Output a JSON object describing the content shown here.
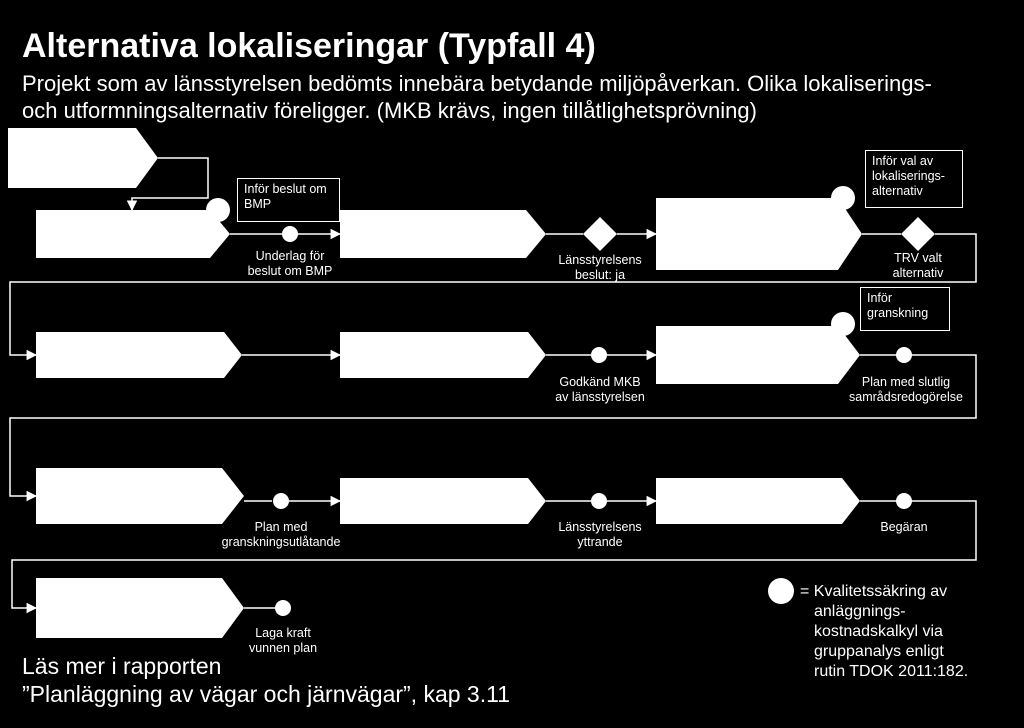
{
  "title": "Alternativa lokaliseringar (Typfall 4)",
  "subtitle": {
    "line1": "Projekt som av länsstyrelsen bedömts innebära betydande miljöpåverkan. Olika lokaliserings-",
    "line2": "och utformningsalternativ föreligger. (MKB krävs, ingen tillåtlighetsprövning)"
  },
  "notes": {
    "infor_beslut_bmp": "Inför beslut om BMP",
    "infor_val_lokalisering": "Inför val av lokaliserings-alternativ",
    "infor_granskning": "Inför granskning"
  },
  "milestones": {
    "underlag_bmp": [
      "Underlag för",
      "beslut om BMP"
    ],
    "lansstyrelsens_beslut": [
      "Länsstyrelsens",
      "beslut: ja"
    ],
    "trv_valt": [
      "TRV valt",
      "alternativ"
    ],
    "godkand_mkb": [
      "Godkänd MKB",
      "av länsstyrelsen"
    ],
    "plan_slutlig": [
      "Plan med slutlig",
      "samrådsredogörelse"
    ],
    "plan_granskning": [
      "Plan med",
      "granskningsutlåtande"
    ],
    "lansstyrelsens_yttrande": [
      "Länsstyrelsens",
      "yttrande"
    ],
    "begaran": [
      "Begäran"
    ],
    "laga_kraft": [
      "Laga kraft",
      "vunnen plan"
    ]
  },
  "footer": {
    "line1": "Läs mer i rapporten",
    "line2": "”Planläggning av vägar och järnvägar”, kap 3.11"
  },
  "legend": {
    "lines": [
      "= Kvalitetssäkring av",
      "anläggnings-",
      "kostnadskalkyl via",
      "gruppanalys enligt",
      "rutin TDOK 2011:182."
    ]
  },
  "colors": {
    "background": "#000000",
    "foreground": "#ffffff"
  }
}
